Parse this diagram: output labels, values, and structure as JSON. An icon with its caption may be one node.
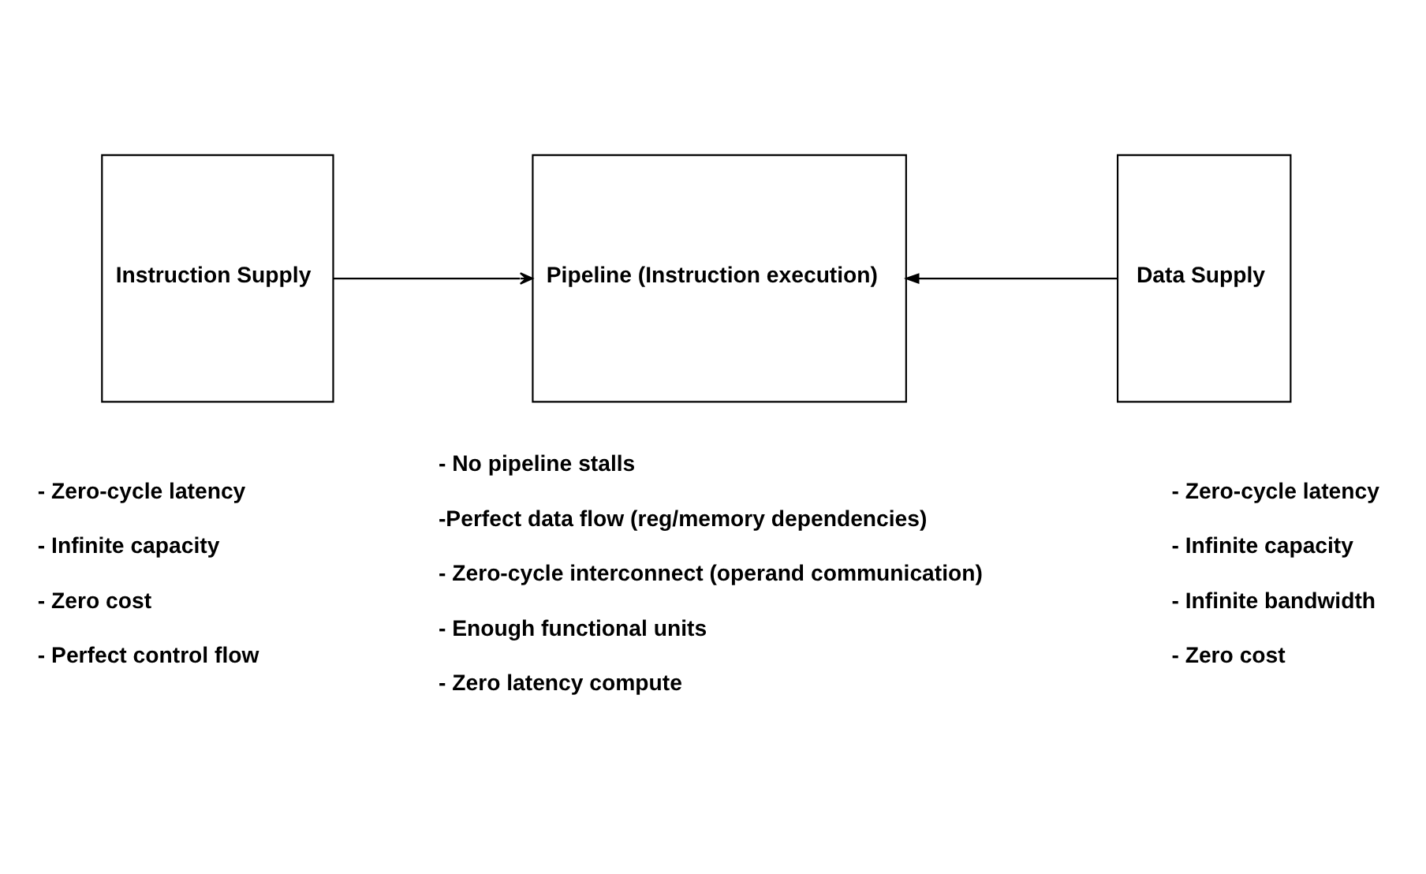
{
  "diagram": {
    "nodes": [
      {
        "text": [
          "Instruction Supply"
        ],
        "beside": [
          "- Zero-cycle latency",
          "- Infinite capacity",
          "- Zero cost",
          "- Perfect control flow"
        ]
      },
      {
        "text": [
          "Pipeline (Instruction execution)"
        ],
        "beside": [
          "- No pipeline stalls",
          "-Perfect data flow (reg/memory dependencies)",
          "- Zero-cycle interconnect (operand communication)",
          "- Enough functional units",
          "- Zero latency compute"
        ]
      },
      {
        "text": [
          "Data Supply"
        ],
        "beside": [
          "- Zero-cycle latency",
          "- Infinite capacity",
          "- Infinite bandwidth",
          "- Zero cost"
        ]
      }
    ],
    "edges": [
      {
        "from": 0,
        "to": 1,
        "arrow": "to"
      },
      {
        "from": 2,
        "to": 1,
        "arrow": "to"
      }
    ]
  }
}
